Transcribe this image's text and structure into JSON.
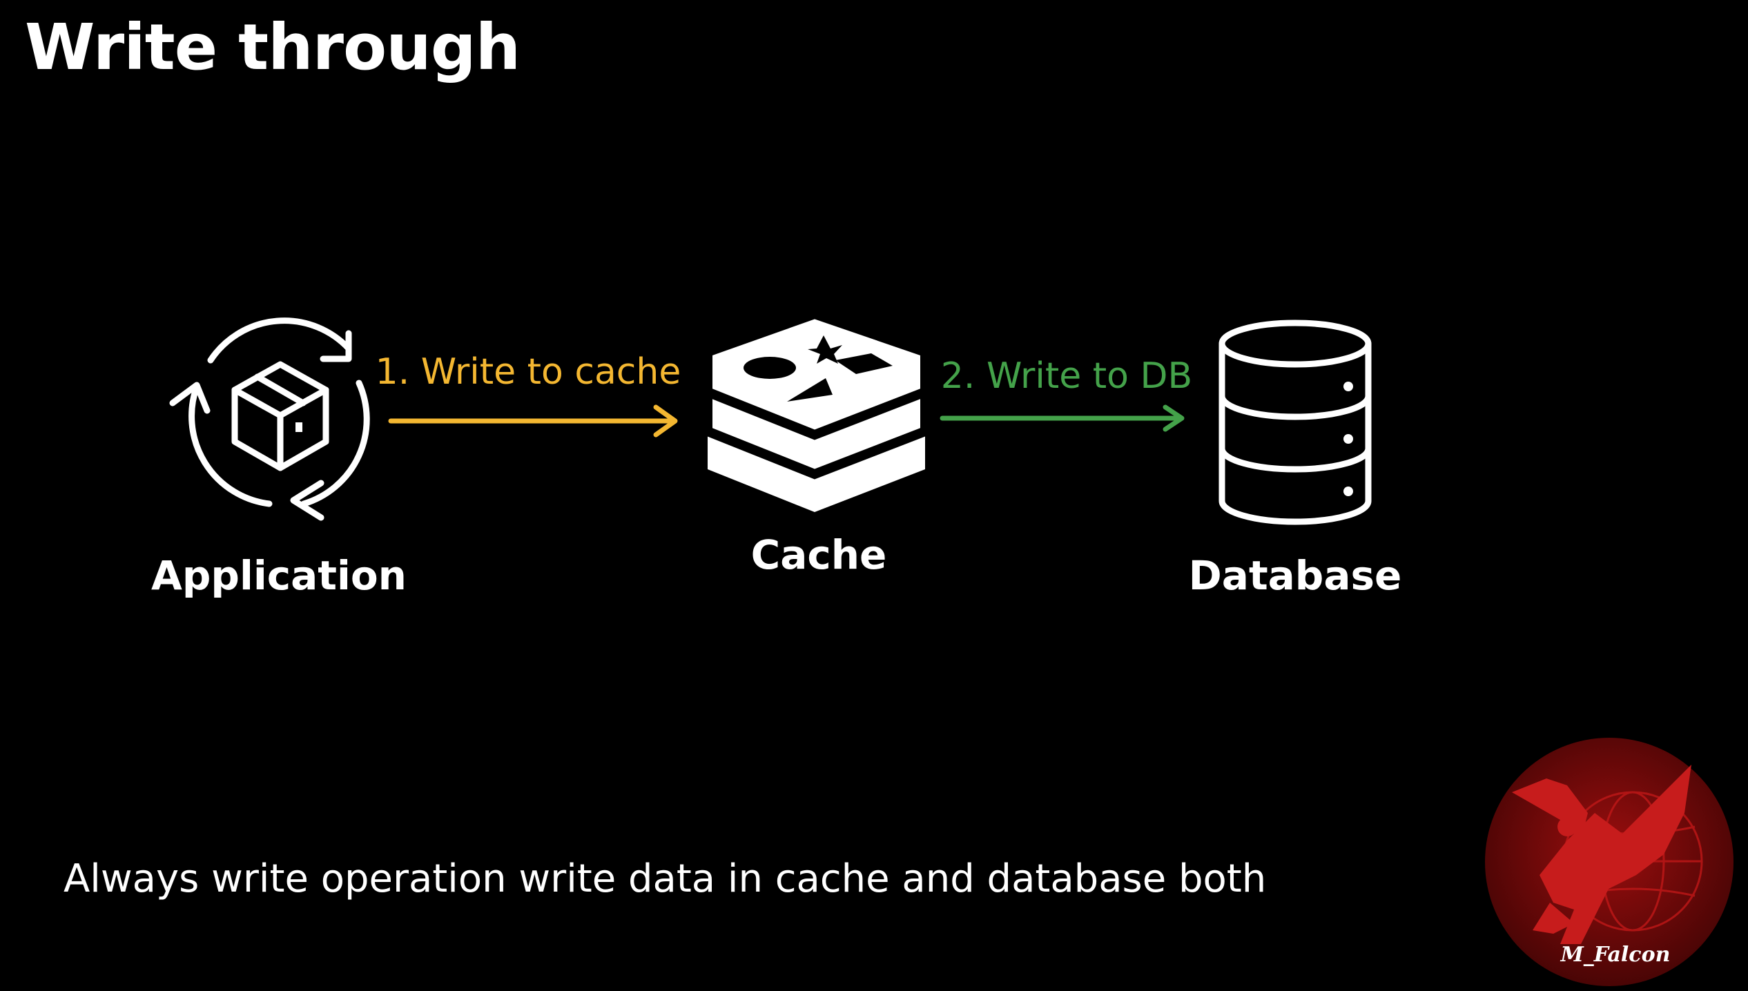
{
  "title": "Write through",
  "nodes": {
    "application": {
      "label": "Application",
      "icon": "application-cycle-box-icon"
    },
    "cache": {
      "label": "Cache",
      "icon": "redis-cache-icon"
    },
    "database": {
      "label": "Database",
      "icon": "database-cylinder-icon"
    }
  },
  "edges": [
    {
      "label": "1. Write to cache",
      "from": "Application",
      "to": "Cache",
      "color": "#f4b731"
    },
    {
      "label": "2. Write to DB",
      "from": "Cache",
      "to": "Database",
      "color": "#44a24a"
    }
  ],
  "caption": "Always write operation write data in cache and database both",
  "watermark": {
    "text": "M_Falcon",
    "color": "#a01010"
  },
  "colors": {
    "background": "#000000",
    "foreground": "#ffffff"
  }
}
